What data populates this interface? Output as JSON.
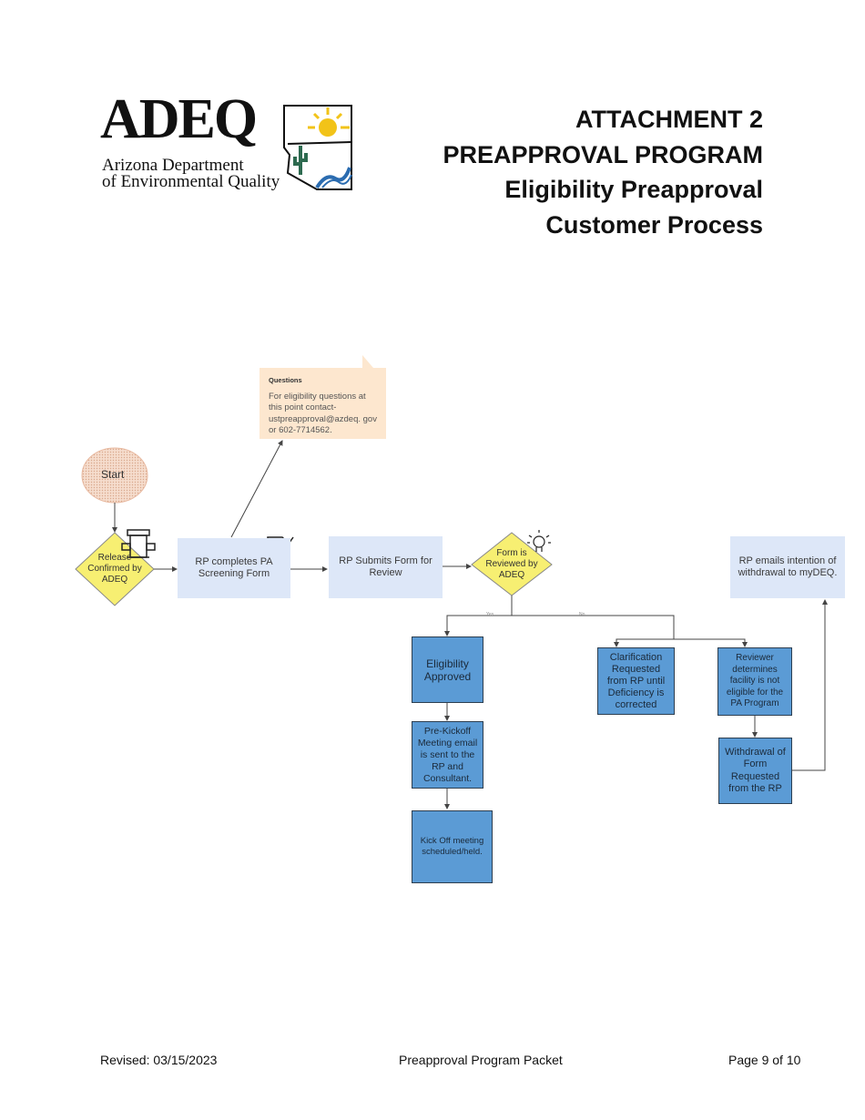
{
  "logo": {
    "wordmark": "ADEQ",
    "line1": "Arizona Department",
    "line2": "of Environmental Quality"
  },
  "title": {
    "line1": "ATTACHMENT 2",
    "line2": "PREAPPROVAL PROGRAM",
    "line3": "Eligibility Preapproval",
    "line4": "Customer Process"
  },
  "colors": {
    "light_box": "#dde7f8",
    "blue_box": "#5b9bd5",
    "diamond": "#f7ef72",
    "note": "#fde7cf",
    "start": "#f3d2c1"
  },
  "diagram": {
    "note": {
      "title": "Questions",
      "body": "For eligibility questions at this point contact- ustpreapproval@azdeq. gov or 602-7714562."
    },
    "start": "Start",
    "release": "Release Confirmed by ADEQ",
    "rp_completes": "RP completes PA Screening Form",
    "rp_submits": "RP Submits Form for Review",
    "form_reviewed": "Form is Reviewed by ADEQ",
    "edge_yes": "Yes",
    "edge_no": "No",
    "eligibility_approved": "Eligibility Approved",
    "pre_kickoff": "Pre-Kickoff Meeting email is sent to the RP and Consultant.",
    "kickoff": "Kick Off meeting scheduled/held.",
    "clarification": "Clarification Requested from RP until Deficiency is corrected",
    "reviewer_determines": "Reviewer determines facility is not eligible for the PA Program",
    "withdrawal": "Withdrawal of Form Requested from the RP",
    "rp_emails": "RP emails intention of withdrawal to myDEQ.",
    "icons": [
      "fire-hydrant-icon",
      "document-pen-icon",
      "envelope-icon",
      "lightbulb-icon",
      "sparkle-icon"
    ]
  },
  "footer": {
    "revised": "Revised: 03/15/2023",
    "center": "Preapproval Program Packet",
    "page": "Page 9 of 10"
  }
}
